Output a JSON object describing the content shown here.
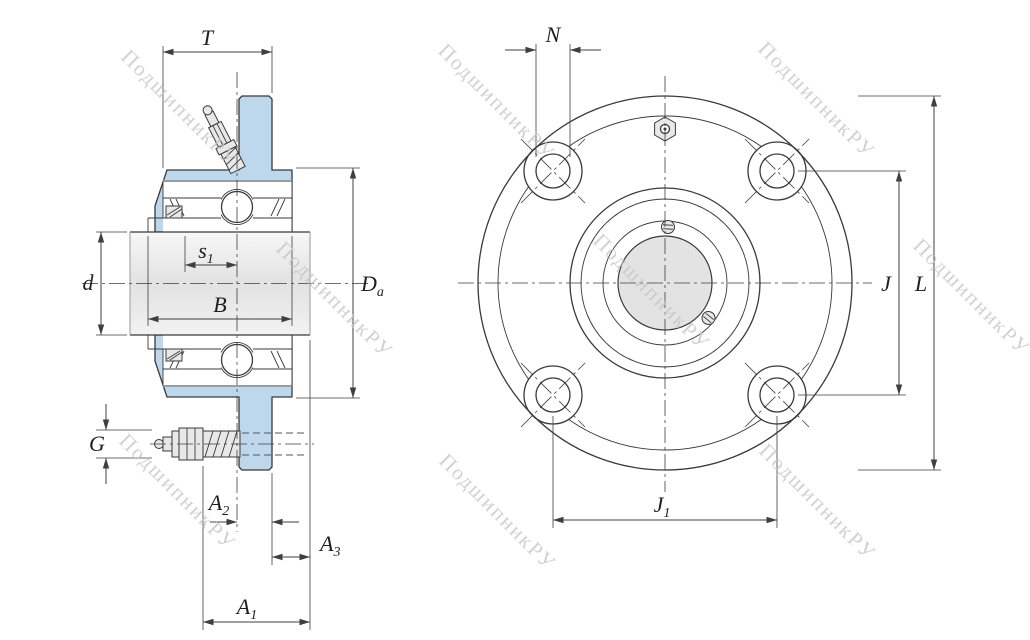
{
  "watermark": {
    "text": "ПодшипникРУ"
  },
  "labels": {
    "T": {
      "main": "T",
      "sub": ""
    },
    "N": {
      "main": "N",
      "sub": ""
    },
    "d": {
      "main": "d",
      "sub": ""
    },
    "s1": {
      "main": "s",
      "sub": "1"
    },
    "B": {
      "main": "B",
      "sub": ""
    },
    "Da": {
      "main": "D",
      "sub": "a"
    },
    "G": {
      "main": "G",
      "sub": ""
    },
    "A2": {
      "main": "A",
      "sub": "2"
    },
    "A3": {
      "main": "A",
      "sub": "3"
    },
    "A1": {
      "main": "A",
      "sub": "1"
    },
    "J": {
      "main": "J",
      "sub": ""
    },
    "L": {
      "main": "L",
      "sub": ""
    },
    "J1": {
      "main": "J",
      "sub": "1"
    }
  },
  "colors": {
    "housing_fill": "#bdd7ec",
    "outline": "#3a3a3a",
    "dim_color": "#3f3f3f",
    "label_color": "#1f1f1f",
    "metal_fill": "#e8e8e8",
    "bore_fill": "#e3e3e3",
    "watermark_color": "#c6c6c6"
  }
}
